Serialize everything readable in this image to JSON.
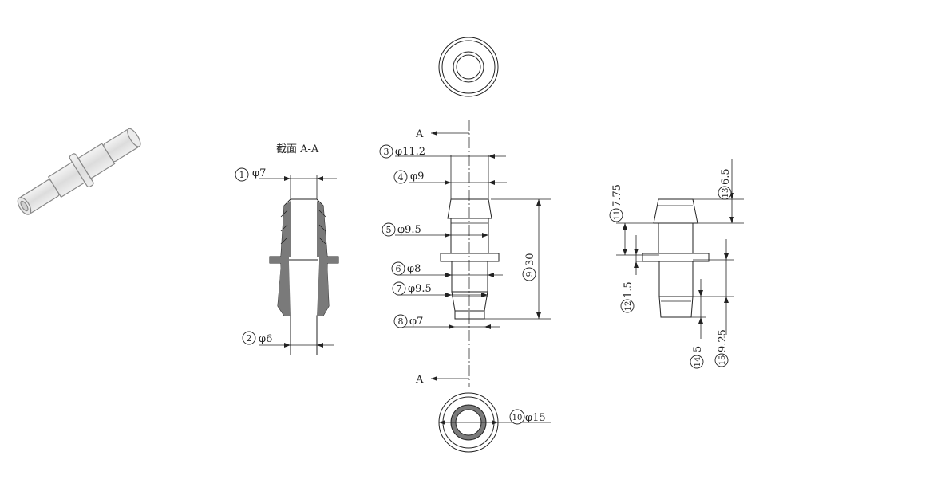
{
  "drawing": {
    "section_title": "截面 A-A",
    "section_mark_top": "A",
    "section_mark_bottom": "A",
    "callouts": [
      {
        "id": "1",
        "label": "φ7"
      },
      {
        "id": "2",
        "label": "φ6"
      },
      {
        "id": "3",
        "label": "φ11.2"
      },
      {
        "id": "4",
        "label": "φ9"
      },
      {
        "id": "5",
        "label": "φ9.5"
      },
      {
        "id": "6",
        "label": "φ8"
      },
      {
        "id": "7",
        "label": "φ9.5"
      },
      {
        "id": "8",
        "label": "φ7"
      },
      {
        "id": "9",
        "label": "30"
      },
      {
        "id": "10",
        "label": "φ15"
      },
      {
        "id": "11",
        "label": "7.75"
      },
      {
        "id": "12",
        "label": "1.5"
      },
      {
        "id": "13",
        "label": "6.5"
      },
      {
        "id": "14",
        "label": "5"
      },
      {
        "id": "15",
        "label": "9.25"
      }
    ]
  }
}
